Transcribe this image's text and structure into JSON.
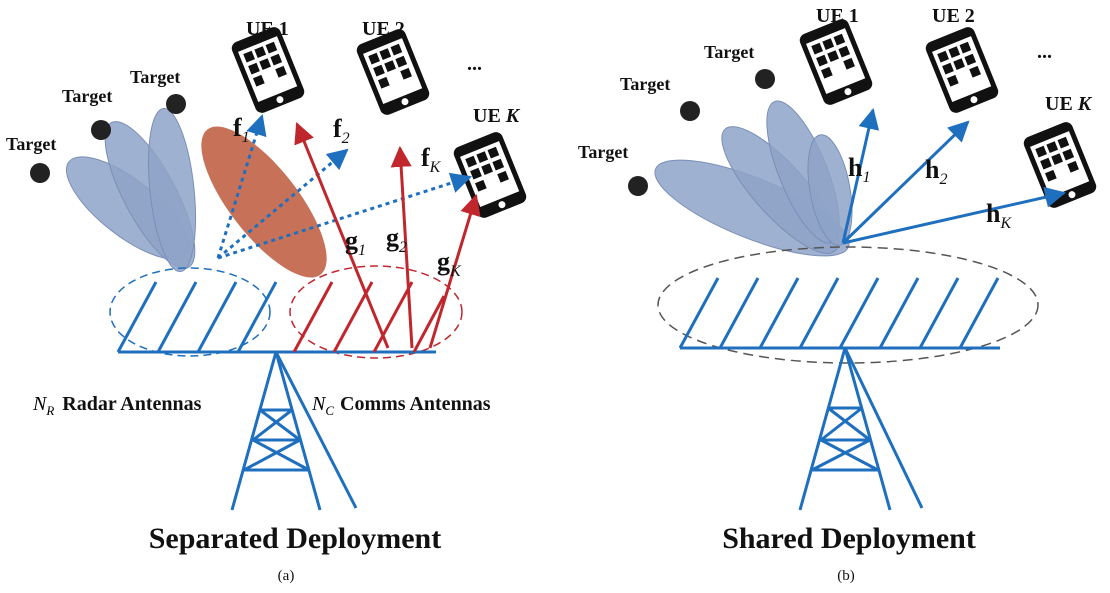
{
  "panel_a": {
    "targets": [
      "Target",
      "Target",
      "Target"
    ],
    "ues": [
      {
        "prefix": "UE",
        "index": "1"
      },
      {
        "prefix": "UE",
        "index": "2"
      },
      {
        "prefix": "UE",
        "index": "K"
      }
    ],
    "ellipsis": "...",
    "radar_vectors": [
      {
        "sym": "f",
        "sub": "1"
      },
      {
        "sym": "f",
        "sub": "2"
      },
      {
        "sym": "f",
        "sub": "K"
      }
    ],
    "comm_vectors": [
      {
        "sym": "g",
        "sub": "1"
      },
      {
        "sym": "g",
        "sub": "2"
      },
      {
        "sym": "g",
        "sub": "K"
      }
    ],
    "radar_antennas": {
      "sym": "N",
      "sub": "R",
      "text": "Radar Antennas"
    },
    "comms_antennas": {
      "sym": "N",
      "sub": "C",
      "text": "Comms Antennas"
    },
    "title": "Separated Deployment",
    "caption": "(a)"
  },
  "panel_b": {
    "targets": [
      "Target",
      "Target",
      "Target"
    ],
    "ues": [
      {
        "prefix": "UE",
        "index": "1"
      },
      {
        "prefix": "UE",
        "index": "2"
      },
      {
        "prefix": "UE",
        "index": "K"
      }
    ],
    "ellipsis": "...",
    "channel_vectors": [
      {
        "sym": "h",
        "sub": "1"
      },
      {
        "sym": "h",
        "sub": "2"
      },
      {
        "sym": "h",
        "sub": "K"
      }
    ],
    "title": "Shared Deployment",
    "caption": "(b)"
  },
  "colors": {
    "antenna_blue": "#1f6fbf",
    "comm_red": "#c0272d",
    "radar_lobe": "#8ea3c8",
    "comm_lobe": "#c46a4f",
    "dashed_gray": "#555555"
  }
}
